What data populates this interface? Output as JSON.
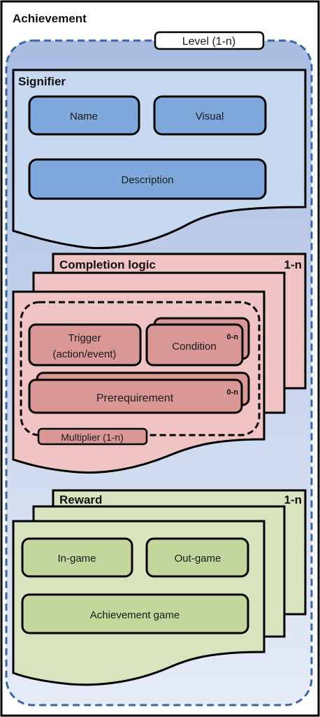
{
  "diagram": {
    "title": "Achievement",
    "level": "Level (1-n)",
    "signifier": {
      "title": "Signifier",
      "name": "Name",
      "visual": "Visual",
      "description": "Description"
    },
    "completion": {
      "title": "Completion logic",
      "multiplicity": "1-n",
      "trigger_line1": "Trigger",
      "trigger_line2": "(action/event)",
      "condition": "Condition",
      "condition_mult": "0-n",
      "prerequirement": "Prerequirement",
      "prerequirement_mult": "0-n",
      "multiplier": "Multiplier (1-n)"
    },
    "reward": {
      "title": "Reward",
      "multiplicity": "1-n",
      "in_game": "In-game",
      "out_game": "Out-game",
      "achievement_game": "Achievement game"
    }
  },
  "colors": {
    "outer_fill": "#b5c7e6",
    "signifier_fill": "#c6d9f1",
    "signifier_button": "#7fa9dc",
    "completion_fill": "#f0c4c4",
    "completion_button": "#d99795",
    "reward_fill": "#d7e4bd",
    "reward_button": "#c3d69b",
    "dashed_border": "#3a66a0"
  }
}
